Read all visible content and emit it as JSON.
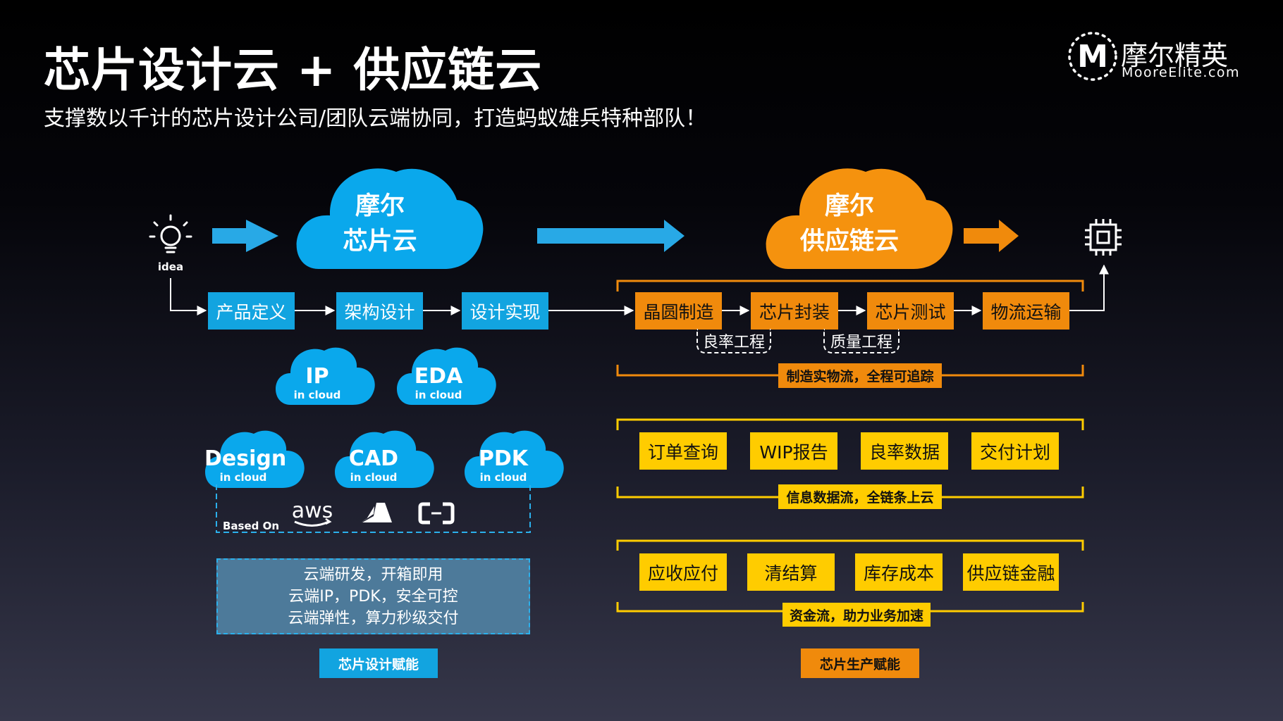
{
  "header": {
    "title": "芯片设计云 + 供应链云",
    "subtitle": "支撑数以千计的芯片设计公司/团队云端协同，打造蚂蚁雄兵特种部队！"
  },
  "logo": {
    "mark": "M",
    "cn": "摩尔精英",
    "en": "MooreElite.com"
  },
  "colors": {
    "blue": "#12a4e0",
    "orange": "#f08a0c",
    "yellow": "#ffcc00",
    "info_box": "#4d7a9a"
  },
  "idea": {
    "label": "idea",
    "icon": "lightbulb-icon"
  },
  "chip_icon": "chip-icon",
  "design_cloud": {
    "line1": "摩尔",
    "line2": "芯片云"
  },
  "supply_cloud": {
    "line1": "摩尔",
    "line2": "供应链云"
  },
  "design_steps": [
    "产品定义",
    "架构设计",
    "设计实现"
  ],
  "mfg_steps": [
    "晶圆制造",
    "芯片封装",
    "芯片测试",
    "物流运输"
  ],
  "sub_labels": [
    "良率工程",
    "质量工程"
  ],
  "small_clouds": [
    {
      "name": "IP",
      "sub": "in cloud"
    },
    {
      "name": "EDA",
      "sub": "in cloud"
    },
    {
      "name": "Design",
      "sub": "in cloud"
    },
    {
      "name": "CAD",
      "sub": "in cloud"
    },
    {
      "name": "PDK",
      "sub": "in cloud"
    }
  ],
  "based_on": {
    "label": "Based On",
    "aws": "aws",
    "providers": [
      "aws-logo-icon",
      "azure-logo-icon",
      "aliyun-logo-icon"
    ]
  },
  "design_benefits": [
    "云端研发，开箱即用",
    "云端IP，PDK，安全可控",
    "云端弹性，算力秒级交付"
  ],
  "design_enable_label": "芯片设计赋能",
  "flow_material_label": "制造实物流，全程可追踪",
  "info_items": [
    "订单查询",
    "WIP报告",
    "良率数据",
    "交付计划"
  ],
  "flow_info_label": "信息数据流，全链条上云",
  "finance_items": [
    "应收应付",
    "清结算",
    "库存成本",
    "供应链金融"
  ],
  "flow_finance_label": "资金流，助力业务加速",
  "production_enable_label": "芯片生产赋能"
}
